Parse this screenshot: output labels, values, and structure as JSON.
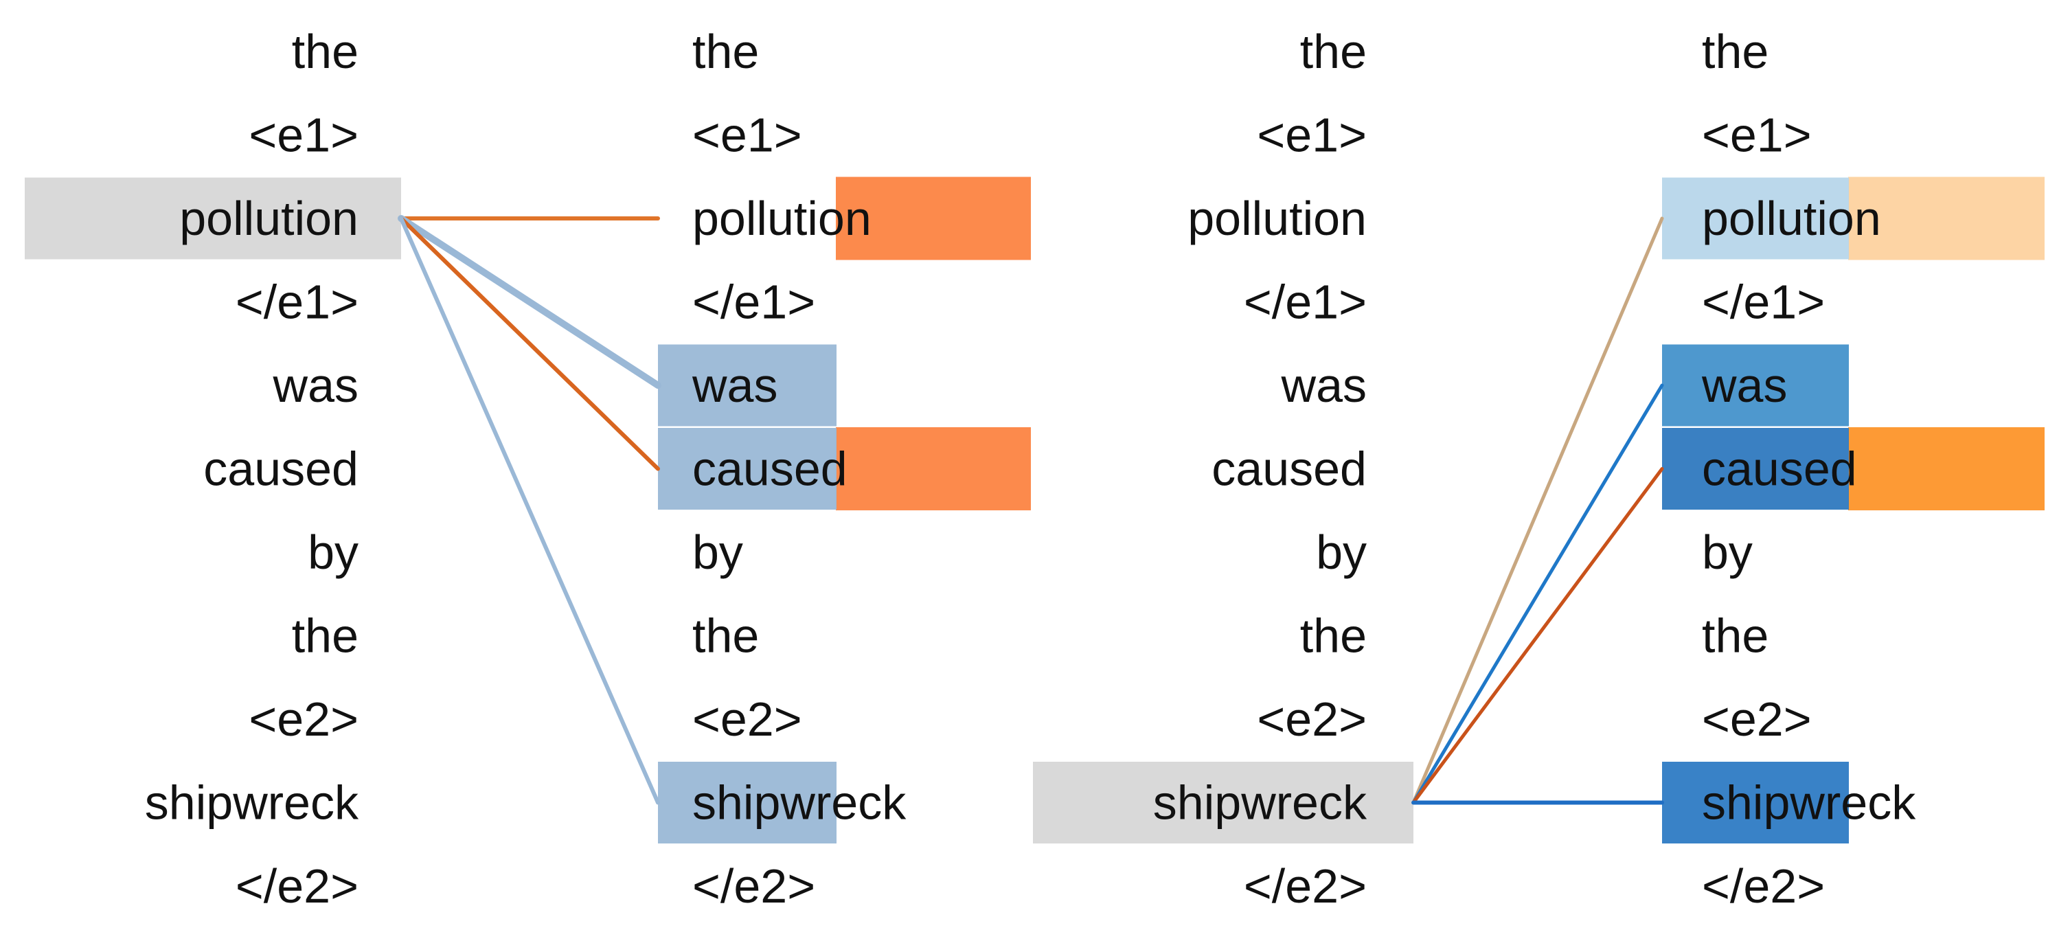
{
  "tokens": [
    "the",
    "<e1>",
    "pollution",
    "</e1>",
    "was",
    "caused",
    "by",
    "the",
    "<e2>",
    "shipwreck",
    "</e2>"
  ],
  "panels": [
    {
      "query_index": 2,
      "query_color": "#d9d9d9",
      "attention": [
        {
          "index": 4,
          "color": "#9ab8d6",
          "width": 7
        },
        {
          "index": 5,
          "color": "#9ab8d6",
          "width": 7
        },
        {
          "index": 9,
          "color": "#9ab8d6",
          "width": 7
        }
      ],
      "bars": [
        {
          "index": 2,
          "color": "#fc8a4c",
          "value": 1.0
        },
        {
          "index": 5,
          "color": "#fc8a4c",
          "value": 1.0
        }
      ],
      "lines": [
        {
          "to": 2,
          "color": "#e0742a",
          "weight": 6
        },
        {
          "to": 4,
          "color": "#9ab8d6",
          "weight": 10
        },
        {
          "to": 5,
          "color": "#d8651f",
          "weight": 6
        },
        {
          "to": 9,
          "color": "#9ab8d6",
          "weight": 6
        }
      ]
    },
    {
      "query_index": 9,
      "query_color": "#d9d9d9",
      "attention": [
        {
          "index": 2,
          "color": "#b7d6ea",
          "width": 7
        },
        {
          "index": 4,
          "color": "#4492cb",
          "width": 7
        },
        {
          "index": 5,
          "color": "#2f79bf",
          "width": 7
        },
        {
          "index": 9,
          "color": "#2e7bc4",
          "width": 7
        }
      ],
      "bars": [
        {
          "index": 2,
          "color": "#fdd4a4",
          "value": 1.0
        },
        {
          "index": 5,
          "color": "#fd9a35",
          "value": 1.0
        }
      ],
      "lines": [
        {
          "to": 2,
          "color": "#c8a780",
          "weight": 5
        },
        {
          "to": 4,
          "color": "#1f78c8",
          "weight": 5
        },
        {
          "to": 5,
          "color": "#c9521a",
          "weight": 5
        },
        {
          "to": 9,
          "color": "#1f6ec4",
          "weight": 6
        }
      ]
    }
  ]
}
